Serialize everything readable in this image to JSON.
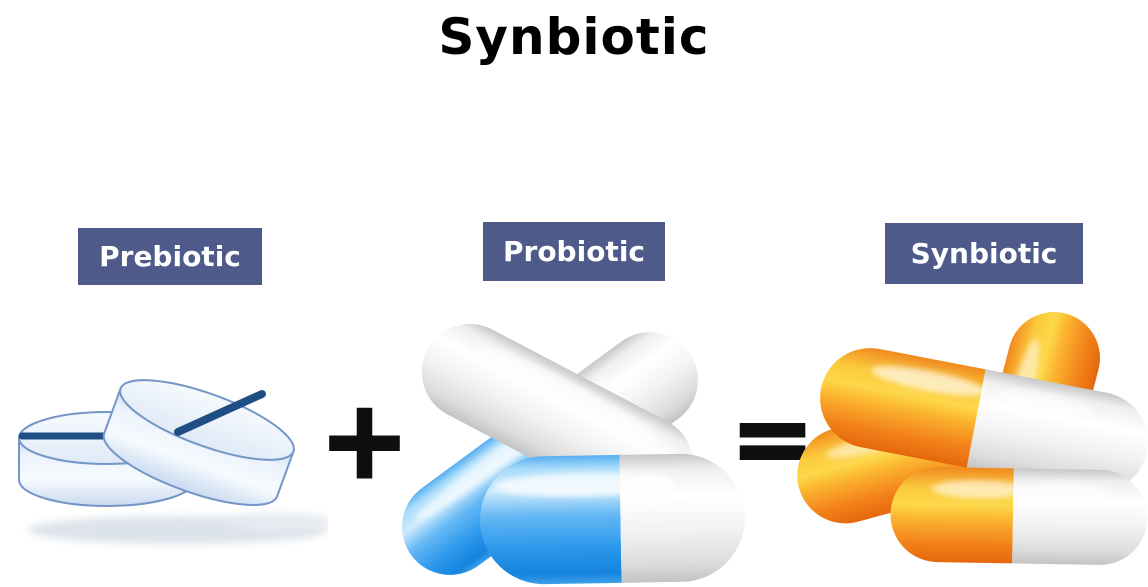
{
  "title": "Synbiotic",
  "equation": {
    "plus_sign": "+",
    "equals_sign": "="
  },
  "sections": {
    "prebiotic": {
      "label": "Prebiotic"
    },
    "probiotic": {
      "label": "Probiotic"
    },
    "synbiotic": {
      "label": "Synbiotic"
    }
  },
  "icons": {
    "prebiotic": "tablets-illustration",
    "probiotic": "blue-white-capsules-illustration",
    "synbiotic": "orange-white-capsules-illustration"
  },
  "colors": {
    "background": "#ffffff",
    "label_background": "#4d5a8a",
    "label_text": "#ffffff",
    "title_text": "#000000",
    "operator": "#0f0f0f",
    "tablet_fill": "#edf4fc",
    "tablet_outline": "#7396c6",
    "tablet_score_line": "#1f4e85",
    "capsule_blue": "#3aa2ef",
    "capsule_orange": "#f4831f",
    "capsule_yellow": "#fdd84a",
    "capsule_white": "#f3f3f3"
  }
}
